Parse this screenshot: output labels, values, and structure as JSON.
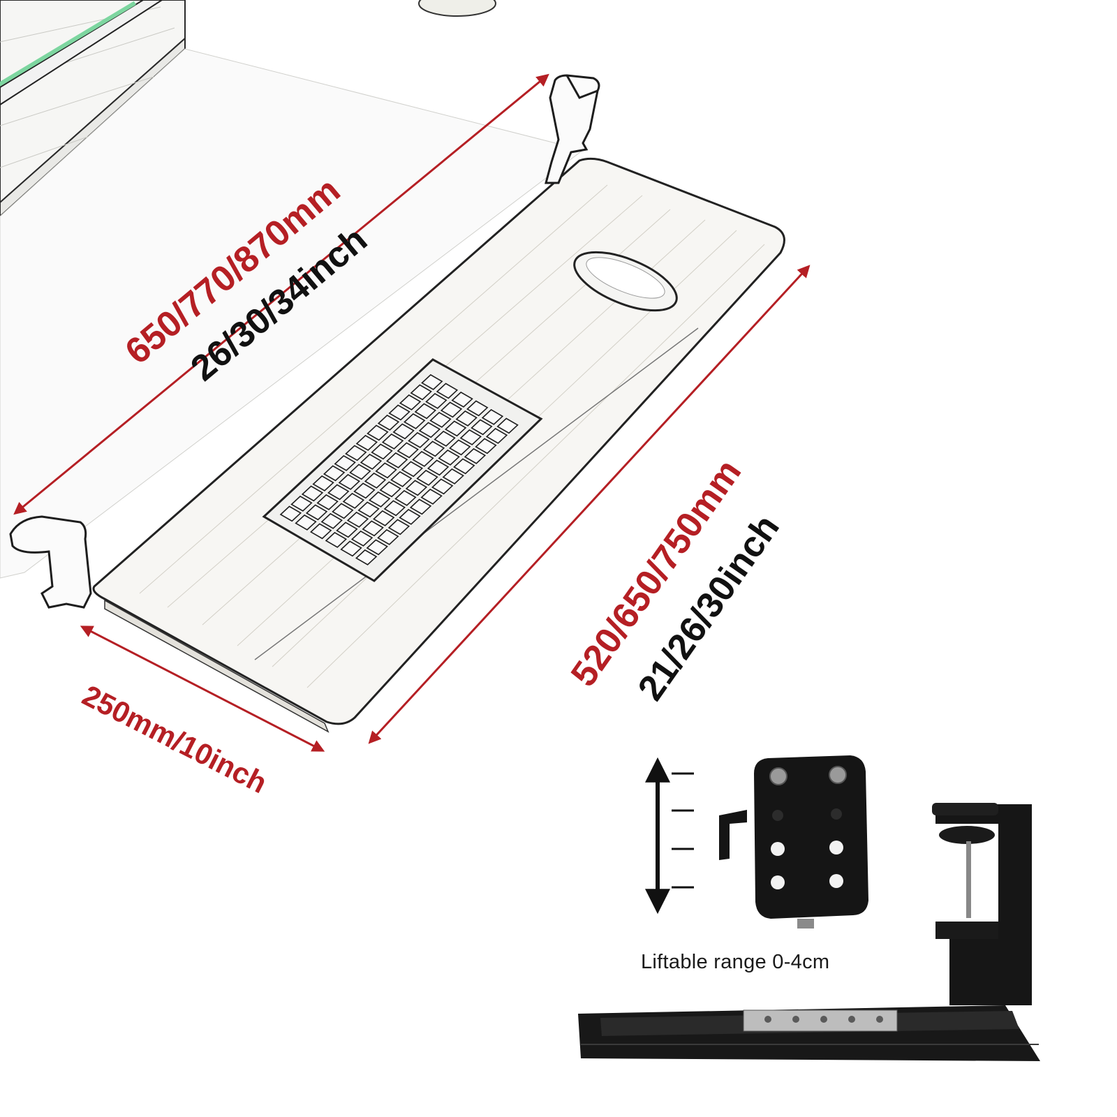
{
  "dimensions": {
    "tray_length_mm": "650/770/870mm",
    "tray_length_inch": "26/30/34inch",
    "track_length_mm": "520/650/750mm",
    "track_length_inch": "21/26/30inch",
    "depth": "250mm/10inch"
  },
  "detail": {
    "caption": "Liftable range  0-4cm"
  },
  "colors": {
    "accent_red": "#b51f24",
    "text_dark": "#111111",
    "bracket_black": "#151515"
  }
}
